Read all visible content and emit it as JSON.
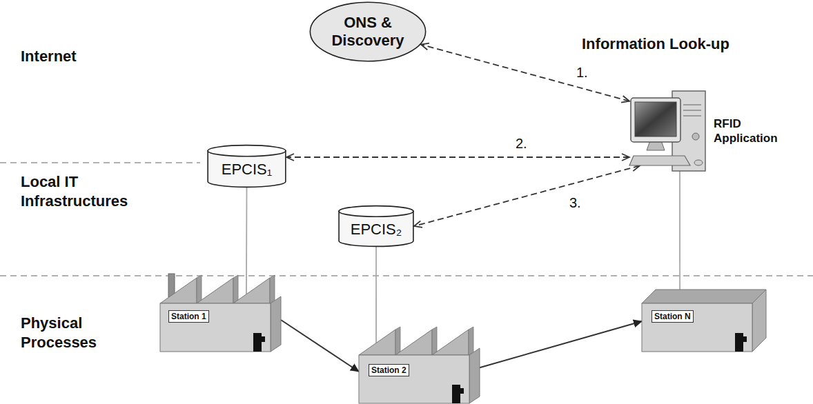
{
  "diagram": {
    "nodes": [
      {
        "text": [
          "ONS & Discovery"
        ]
      },
      {
        "text": [
          "EPCIS₁"
        ]
      },
      {
        "text": [
          "EPCIS₂"
        ]
      },
      {
        "text": [
          "RFID Application"
        ]
      },
      {
        "text": [
          "Station 1"
        ]
      },
      {
        "text": [
          "Station 2"
        ]
      },
      {
        "text": [
          "Station N"
        ]
      }
    ],
    "edges": [
      {
        "from": 3,
        "to": 0,
        "arrow": "both",
        "label": "1."
      },
      {
        "from": 3,
        "to": 1,
        "arrow": "both",
        "label": "2."
      },
      {
        "from": 3,
        "to": 2,
        "arrow": "both",
        "label": "3."
      },
      {
        "from": 1,
        "to": 4,
        "arrow": "none"
      },
      {
        "from": 2,
        "to": 5,
        "arrow": "none"
      },
      {
        "from": 3,
        "to": 6,
        "arrow": "none"
      },
      {
        "from": 4,
        "to": 5,
        "arrow": "to"
      },
      {
        "from": 5,
        "to": 6,
        "arrow": "to"
      }
    ],
    "labels": [
      "Internet",
      "Information Look-up",
      "Local IT Infrastructures",
      "Physical Processes"
    ]
  }
}
